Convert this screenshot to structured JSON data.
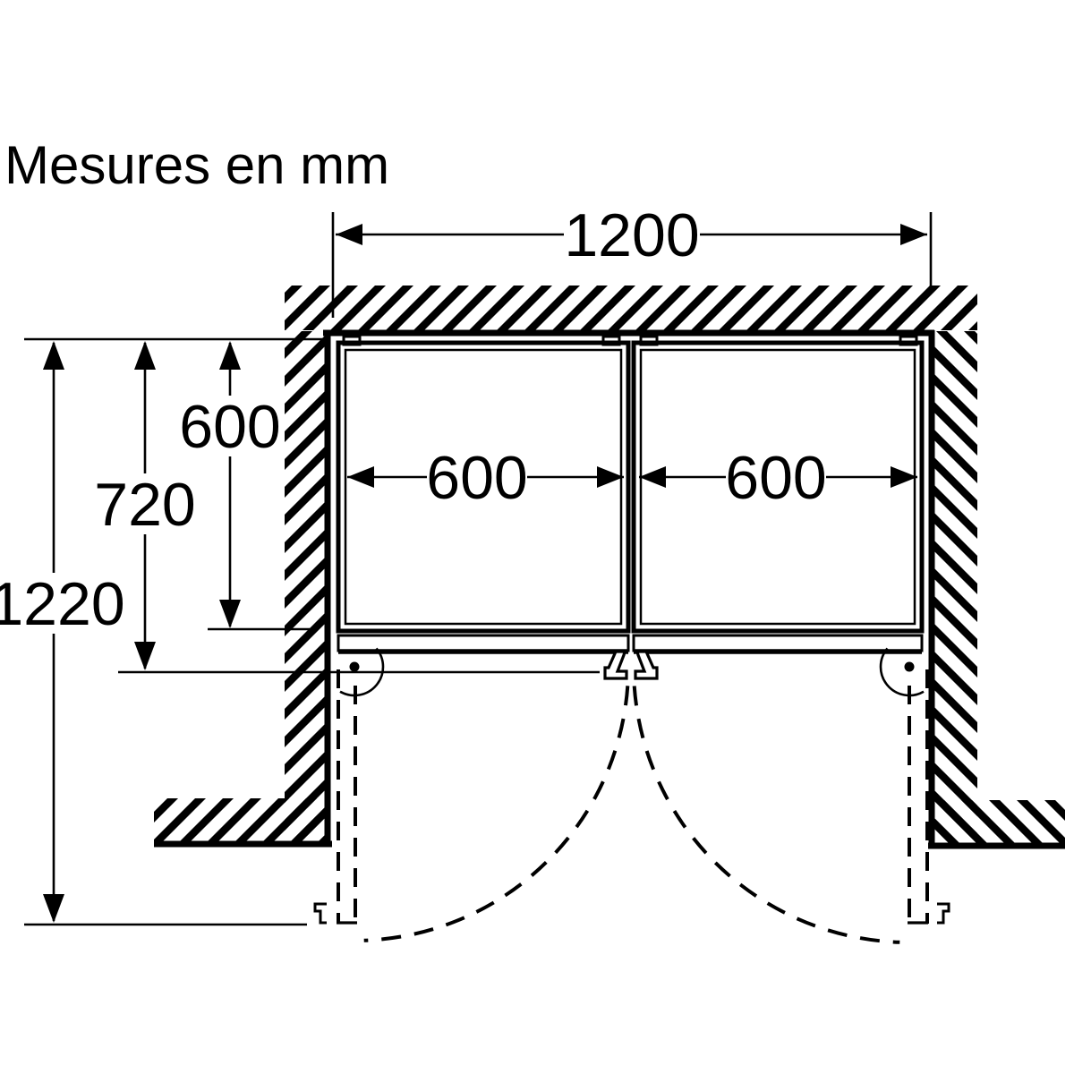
{
  "title": "Mesures en mm",
  "unit": "mm",
  "colors": {
    "line": "#000000",
    "background": "#ffffff"
  },
  "dimensions": {
    "niche_width": "1200",
    "appliance_width_left": "600",
    "appliance_width_right": "600",
    "appliance_depth": "600",
    "depth_with_open_door": "720",
    "total_depth_door_open": "1220"
  }
}
